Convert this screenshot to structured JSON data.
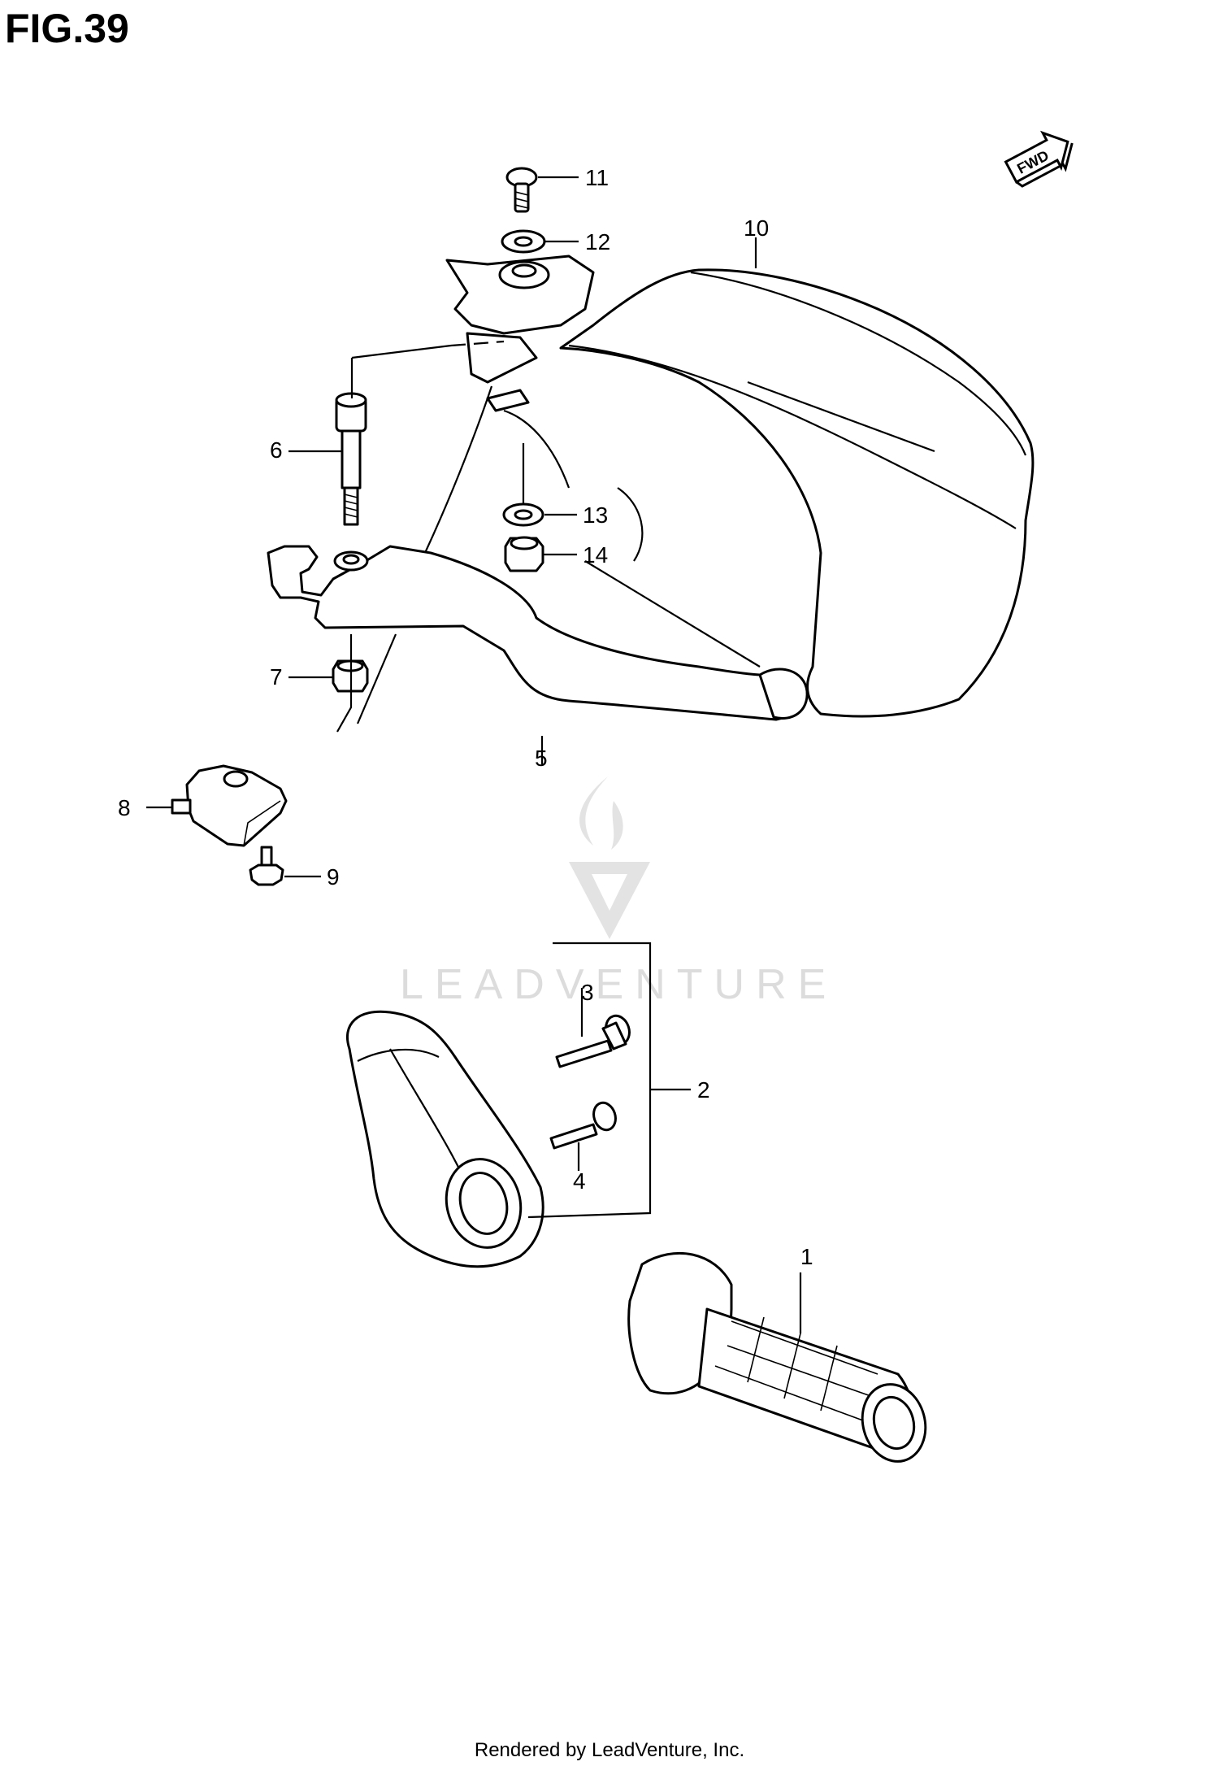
{
  "figure": {
    "title": "FIG.39"
  },
  "fwd_label": "FWD",
  "callouts": [
    "1",
    "2",
    "3",
    "4",
    "5",
    "6",
    "7",
    "8",
    "9",
    "10",
    "11",
    "12",
    "13",
    "14"
  ],
  "watermark": {
    "text": "LEADVENTURE"
  },
  "footer": {
    "text": "Rendered by LeadVenture, Inc."
  },
  "icons": [
    "fwd-arrow-icon",
    "leadventure-logo-icon"
  ]
}
